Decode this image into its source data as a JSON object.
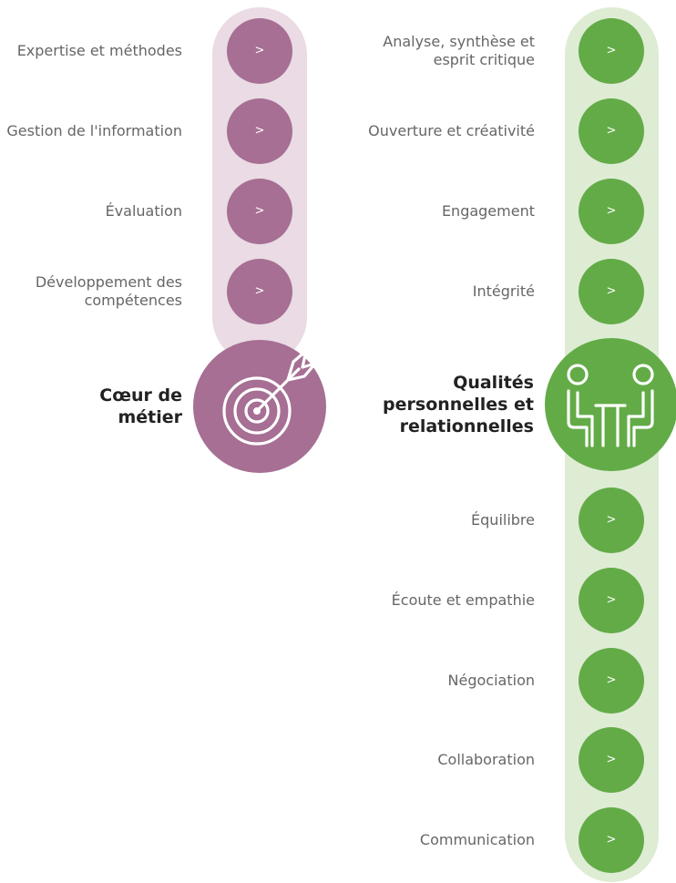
{
  "coeur": {
    "title": "Cœur de métier",
    "icon": "target-arrow-icon",
    "color": "#a66f93",
    "track_color": "#eadbe4",
    "items": [
      {
        "label": "Expertise et méthodes",
        "button": ">"
      },
      {
        "label": "Gestion de l'information",
        "button": ">"
      },
      {
        "label": "Évaluation",
        "button": ">"
      },
      {
        "label": "Développement des compétences",
        "button": ">"
      }
    ]
  },
  "qualites": {
    "title": "Qualités personnelles et relationnelles",
    "icon": "people-meeting-icon",
    "color": "#63ab47",
    "track_color": "#deecd4",
    "items_above": [
      {
        "label": "Analyse, synthèse et esprit critique",
        "button": ">"
      },
      {
        "label": "Ouverture et créativité",
        "button": ">"
      },
      {
        "label": "Engagement",
        "button": ">"
      },
      {
        "label": "Intégrité",
        "button": ">"
      }
    ],
    "items_below": [
      {
        "label": "Équilibre",
        "button": ">"
      },
      {
        "label": "Écoute et empathie",
        "button": ">"
      },
      {
        "label": "Négociation",
        "button": ">"
      },
      {
        "label": "Collaboration",
        "button": ">"
      },
      {
        "label": "Communication",
        "button": ">"
      }
    ]
  }
}
